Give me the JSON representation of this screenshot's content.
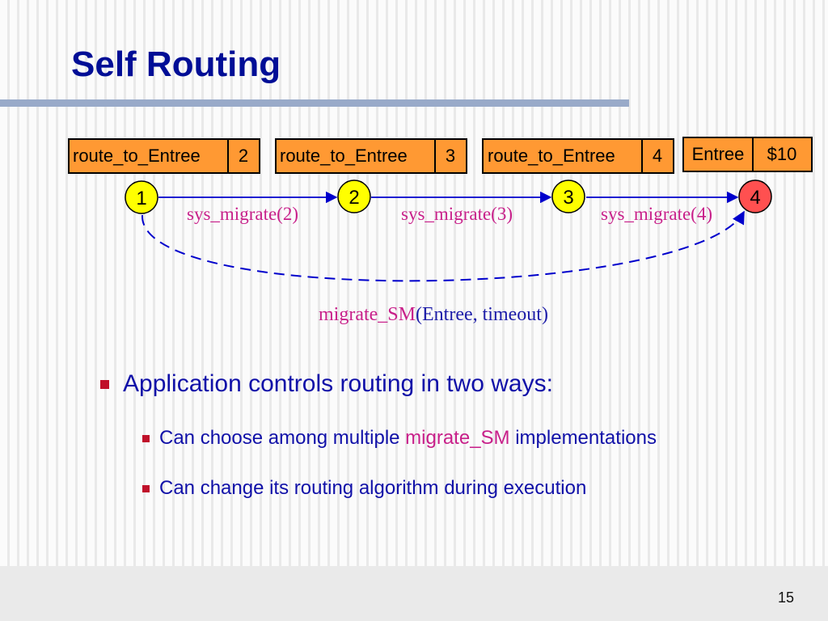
{
  "slide": {
    "title": "Self Routing",
    "page_number": "15"
  },
  "diagram": {
    "boxes": [
      {
        "label": "route_to_Entree",
        "value": "2"
      },
      {
        "label": "route_to_Entree",
        "value": "3"
      },
      {
        "label": "route_to_Entree",
        "value": "4"
      },
      {
        "label": "Entree",
        "value": "$10"
      }
    ],
    "nodes": [
      {
        "label": "1",
        "color": "#ffff00"
      },
      {
        "label": "2",
        "color": "#ffff00"
      },
      {
        "label": "3",
        "color": "#ffff00"
      },
      {
        "label": "4",
        "color": "#ff5050"
      }
    ],
    "edges": [
      "sys_migrate(2)",
      "sys_migrate(3)",
      "sys_migrate(4)"
    ],
    "caption": {
      "function": "migrate_SM",
      "args": "(Entree, timeout)"
    },
    "colors": {
      "box_fill": "#ff9933",
      "arrow": "#0000cc",
      "edge_label": "#c8208a"
    }
  },
  "bullets": [
    {
      "text": "Application controls routing in two ways:"
    },
    {
      "prefix": "Can choose among multiple ",
      "highlight": "migrate_SM",
      "suffix": " implementations"
    },
    {
      "text": "Can change its routing algorithm during execution"
    }
  ]
}
